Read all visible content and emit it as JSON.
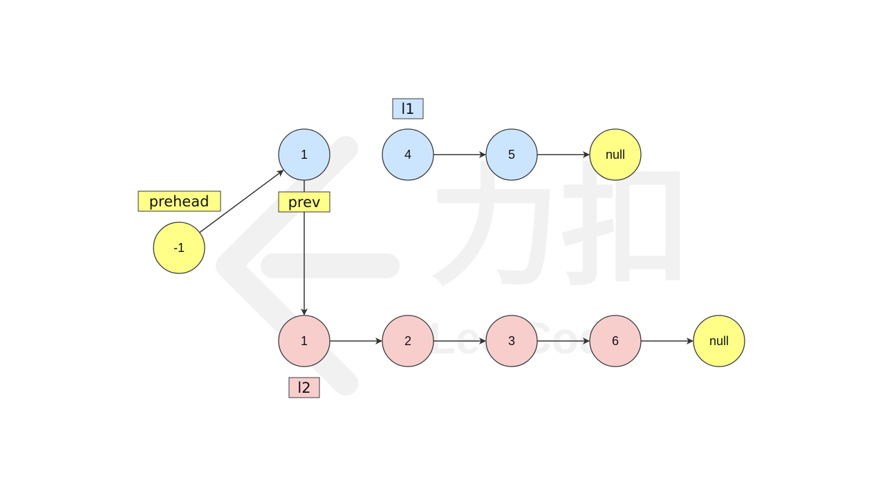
{
  "colors": {
    "blue_fill": "#cce5ff",
    "red_fill": "#f8cecc",
    "yellow_fill": "#ffff88",
    "stroke": "#36393d",
    "arrow": "#333333",
    "watermark": "#f1f1f1"
  },
  "watermark": {
    "cn": "力扣",
    "en": "LeetCode"
  },
  "labels": {
    "l1": "l1",
    "l2": "l2",
    "prehead": "prehead",
    "prev": "prev"
  },
  "nodes": {
    "prehead": "-1",
    "merged_head": "1",
    "l1_4": "4",
    "l1_5": "5",
    "l1_null": "null",
    "l2_1": "1",
    "l2_2": "2",
    "l2_3": "3",
    "l2_6": "6",
    "l2_null": "null"
  },
  "edges": [
    {
      "from": "prehead",
      "to": "merged_head"
    },
    {
      "from": "merged_head",
      "to": "l2_1"
    },
    {
      "from": "l1_4",
      "to": "l1_5"
    },
    {
      "from": "l1_5",
      "to": "l1_null"
    },
    {
      "from": "l2_1",
      "to": "l2_2"
    },
    {
      "from": "l2_2",
      "to": "l2_3"
    },
    {
      "from": "l2_3",
      "to": "l2_6"
    },
    {
      "from": "l2_6",
      "to": "l2_null"
    }
  ]
}
